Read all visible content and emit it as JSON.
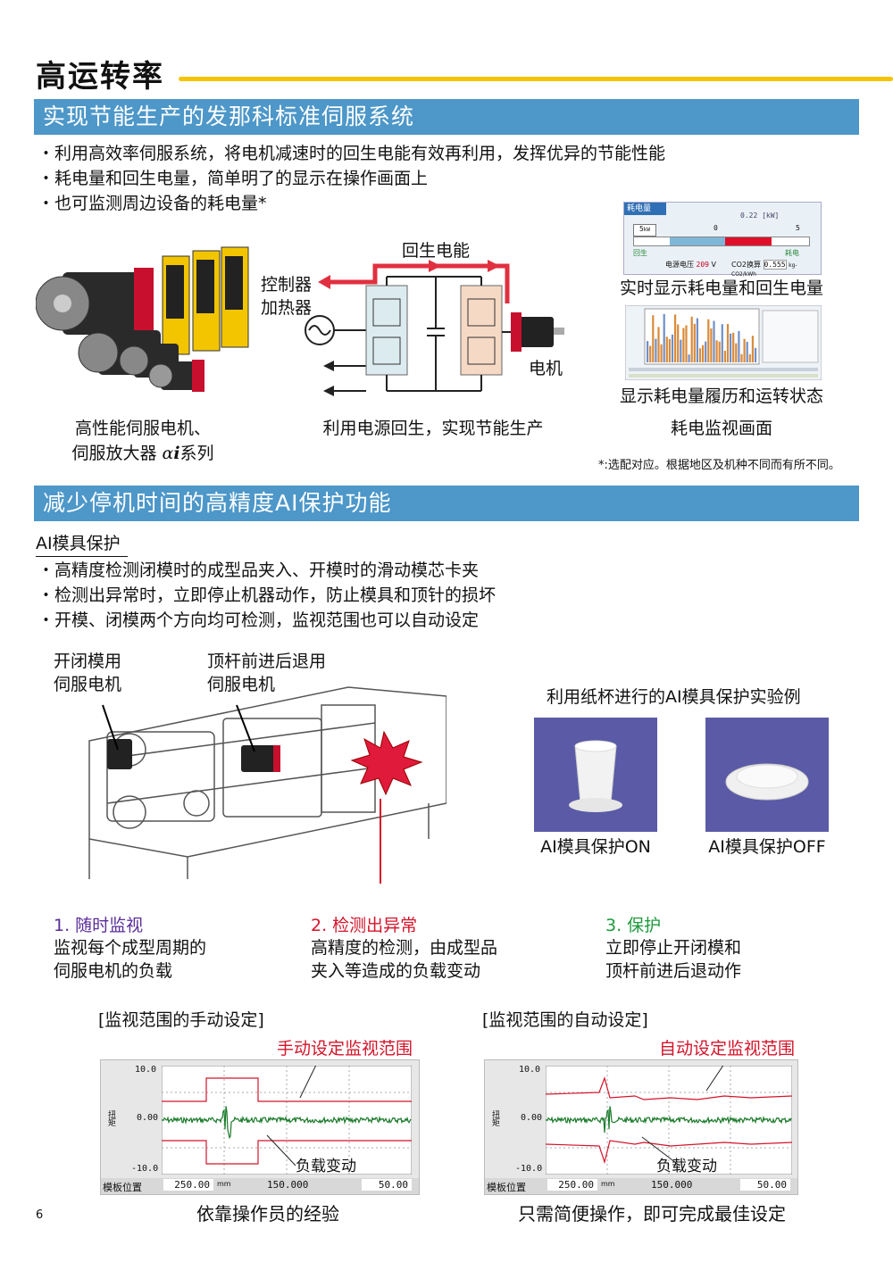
{
  "page_title": "高运转率",
  "section1": {
    "title": "实现节能生产的发那科标准伺服系统",
    "bullets": [
      "利用高效率伺服系统，将电机减速时的回生电能有效再利用，发挥优异的节能性能",
      "耗电量和回生电量，简单明了的显示在操作画面上",
      "也可监测周边设备的耗电量*"
    ],
    "product_caption_line1": "高性能伺服电机、",
    "product_caption_line2_prefix": "伺服放大器 ",
    "product_caption_alpha": "α",
    "product_caption_i": "i",
    "product_caption_suffix": "系列",
    "diagram": {
      "regen_label": "回生电能",
      "heater_label_1": "控制器",
      "heater_label_2": "加热器",
      "motor_label": "电机",
      "caption": "利用电源回生，实现节能生产"
    },
    "screen1": {
      "header": "耗电量",
      "top_value": "0.22",
      "top_unit": "[kW]",
      "scale_left": "5",
      "scale_left_unit": "kW",
      "scale_mid": "0",
      "scale_right": "5",
      "label_regen": "回生",
      "label_consume": "耗电",
      "voltage_label": "电源电压",
      "voltage_value": "209",
      "voltage_unit": "V",
      "co2_label": "CO2换算",
      "co2_value": "0.555",
      "co2_unit": "kg-CO2/kWh",
      "caption": "实时显示耗电量和回生电量"
    },
    "screen2": {
      "caption1": "显示耗电量履历和运转状态",
      "caption2": "耗电监视画面"
    },
    "footnote": "*:选配对应。根据地区及机种不同而有所不同。"
  },
  "section2": {
    "title": "减少停机时间的高精度AI保护功能",
    "subtitle": "AI模具保护",
    "bullets": [
      "高精度检测闭模时的成型品夹入、开模时的滑动模芯卡夹",
      "检测出异常时，立即停止机器动作，防止模具和顶针的损坏",
      "开模、闭模两个方向均可检测，监视范围也可以自动设定"
    ],
    "machine_label_a_1": "开闭模用",
    "machine_label_a_2": "伺服电机",
    "machine_label_b_1": "顶杆前进后退用",
    "machine_label_b_2": "伺服电机",
    "experiment_title": "利用纸杯进行的AI模具保护实验例",
    "cup_on_caption": "AI模具保护ON",
    "cup_off_caption": "AI模具保护OFF",
    "steps": [
      {
        "title": "1. 随时监视",
        "color": "#5a2d9c",
        "line1": "监视每个成型周期的",
        "line2": "伺服电机的负载"
      },
      {
        "title": "2. 检测出异常",
        "color": "#d4142a",
        "line1": "高精度的检测，由成型品",
        "line2": "夹入等造成的负载变动"
      },
      {
        "title": "3. 保护",
        "color": "#1e9a3c",
        "line1": "立即停止开闭模和",
        "line2": "顶杆前进后退动作"
      }
    ],
    "chart_manual": {
      "heading": "[监视范围的手动设定]",
      "range_label": "手动设定监视范围",
      "load_label": "负载变动",
      "y_top": "10.0",
      "y_mid": "0.00",
      "y_bot": "-10.0",
      "y_axis": "扭矩",
      "x_axis": "模板位置",
      "x_left": "250.00",
      "x_unit": "mm",
      "x_mid": "150.000",
      "x_right": "50.00",
      "caption": "依靠操作员的经验"
    },
    "chart_auto": {
      "heading": "[监视范围的自动设定]",
      "range_label": "自动设定监视范围",
      "load_label": "负载变动",
      "y_top": "10.0",
      "y_mid": "0.00",
      "y_bot": "-10.0",
      "y_axis": "扭矩",
      "x_axis": "模板位置",
      "x_left": "250.00",
      "x_unit": "mm",
      "x_mid": "150.000",
      "x_right": "50.00",
      "caption": "只需简便操作，即可完成最佳设定"
    }
  },
  "page_number": "6",
  "colors": {
    "accent_yellow": "#f5c400",
    "section_blue": "#4d97c9",
    "red": "#d4142a"
  }
}
